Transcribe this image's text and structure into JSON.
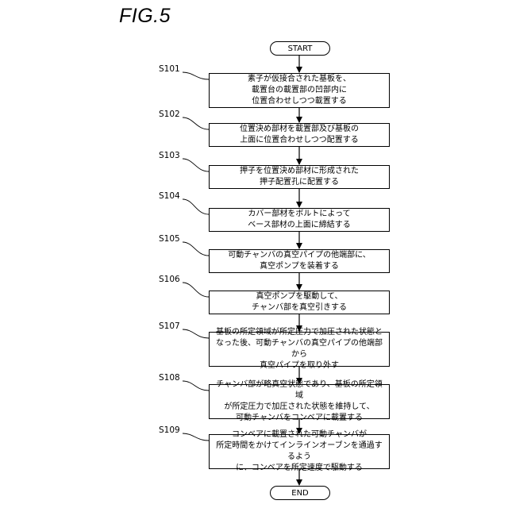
{
  "figure_title": "FIG.5",
  "start_label": "START",
  "end_label": "END",
  "steps": [
    {
      "id": "S101",
      "text": "素子が仮接合された基板を、\n載置台の載置部の凹部内に\n位置合わせしつつ載置する"
    },
    {
      "id": "S102",
      "text": "位置決め部材を載置部及び基板の\n上面に位置合わせしつつ配置する"
    },
    {
      "id": "S103",
      "text": "押子を位置決め部材に形成された\n押子配置孔に配置する"
    },
    {
      "id": "S104",
      "text": "カバー部材をボルトによって\nベース部材の上面に締結する"
    },
    {
      "id": "S105",
      "text": "可動チャンバの真空パイプの他端部に、\n真空ポンプを装着する"
    },
    {
      "id": "S106",
      "text": "真空ポンプを駆動して、\nチャンバ部を真空引きする"
    },
    {
      "id": "S107",
      "text": "基板の所定領域が所定圧力で加圧された状態と\nなった後、可動チャンバの真空パイプの他端部から\n真空パイプを取り外す"
    },
    {
      "id": "S108",
      "text": "チャンバ部が略真空状態であり、基板の所定領域\nが所定圧力で加圧された状態を維持して、\n可動チャンバをコンベアに載置する"
    },
    {
      "id": "S109",
      "text": "コンベアに載置された可動チャンバが\n所定時間をかけてインラインオーブンを通過するよう\nに、コンベアを所定速度で駆動する"
    }
  ]
}
